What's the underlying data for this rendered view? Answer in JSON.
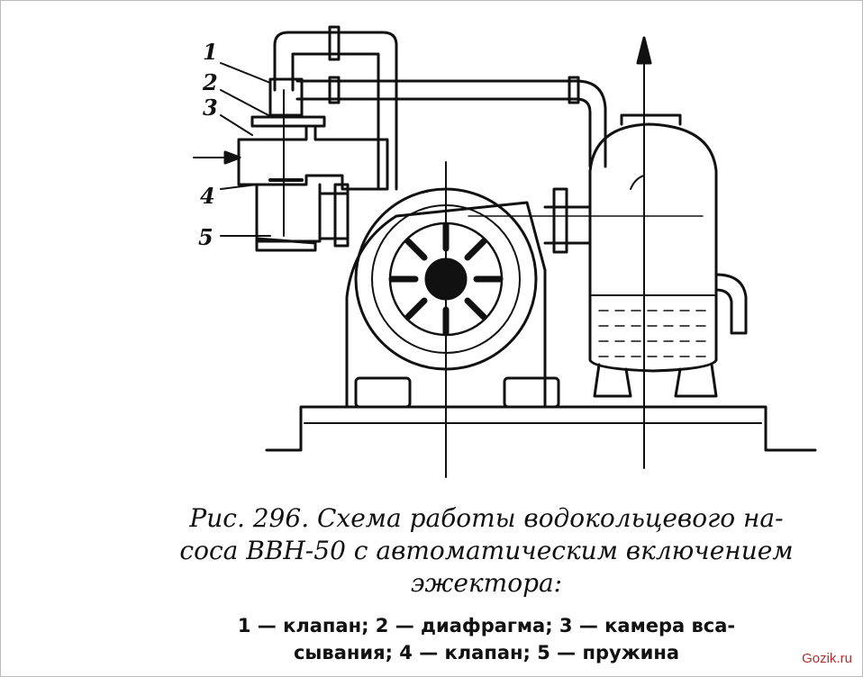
{
  "figure": {
    "callouts": [
      "1",
      "2",
      "3",
      "4",
      "5"
    ],
    "caption_lines": [
      "Рис. 296. Схема работы водокольцевого на-",
      "coca ВВН-50 с автоматическим включением",
      "эжектора:"
    ],
    "legend_lines": [
      "1 — клапан; 2 — диафрагма; 3 — камера вса-",
      "сывания; 4 — клапан; 5 — пружина"
    ]
  },
  "watermark": "Gozik.ru"
}
